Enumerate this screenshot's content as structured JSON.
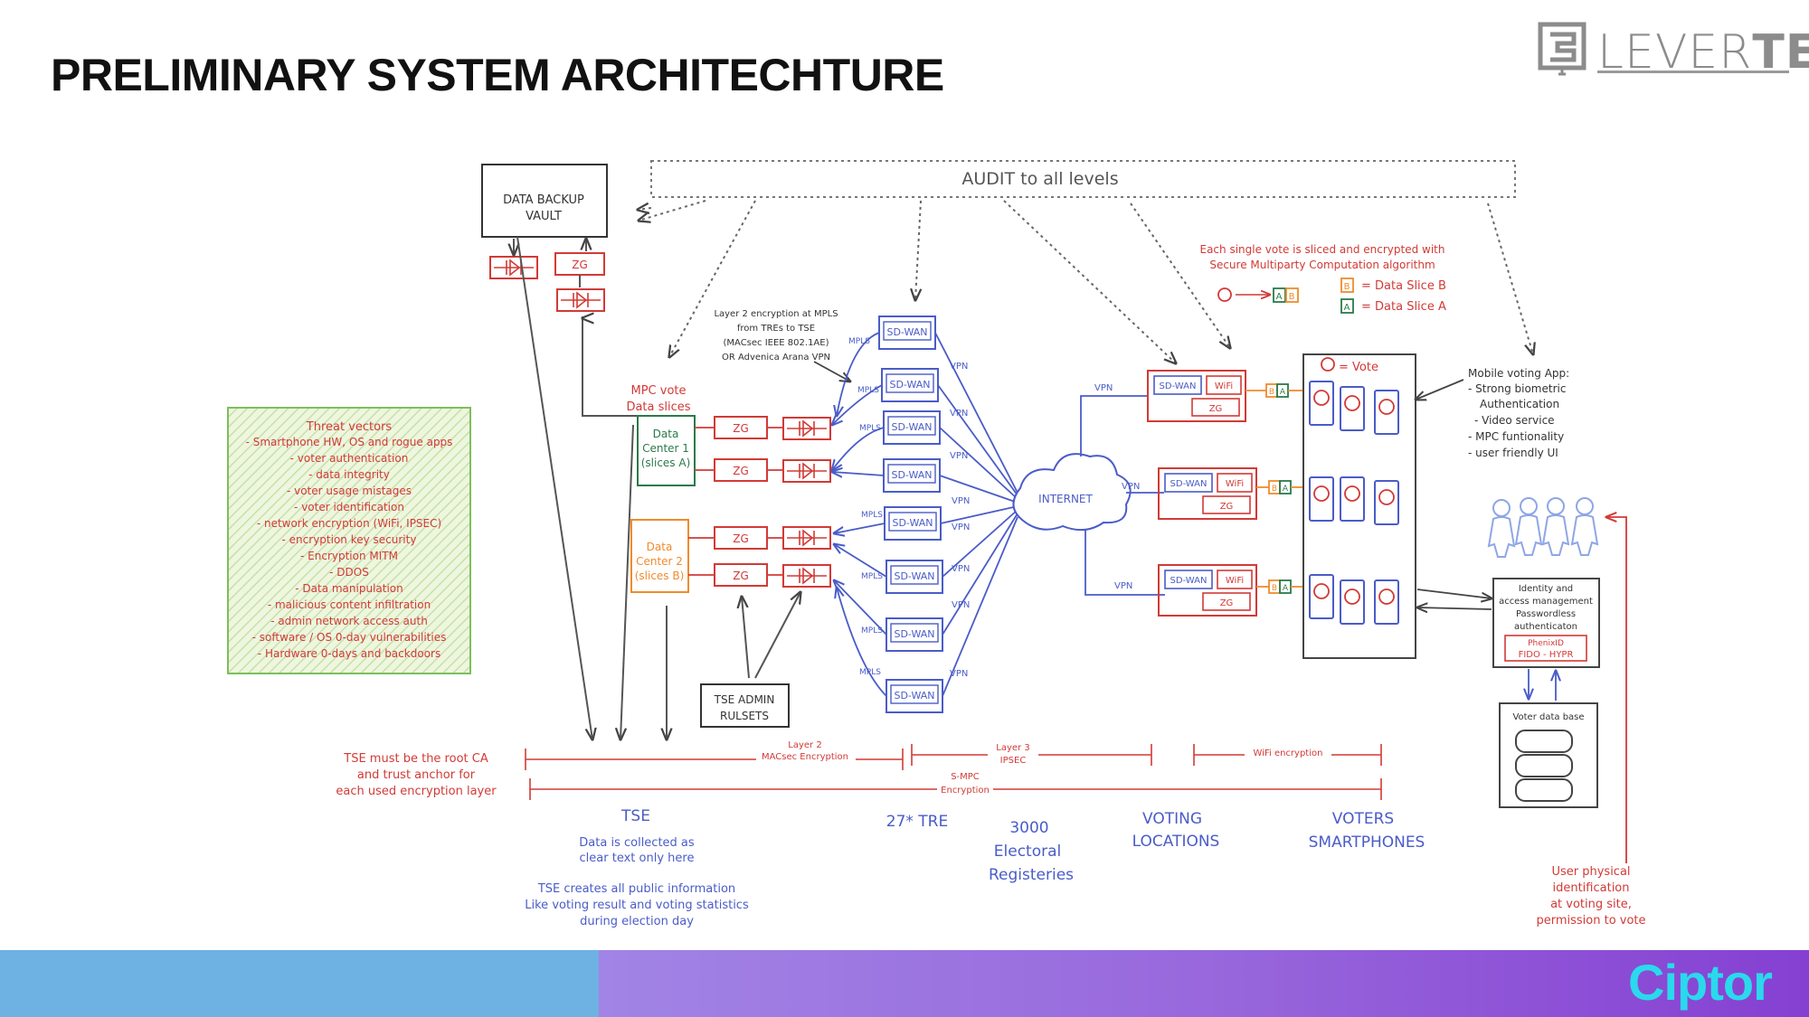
{
  "slide": {
    "title": "PRELIMINARY SYSTEM ARCHITECHTURE",
    "logo_light": "LEVER",
    "logo_bold": "TECH",
    "footer_logo": "Ciptor"
  },
  "audit": {
    "label": "AUDIT to all levels"
  },
  "backup_vault": {
    "line1": "DATA BACKUP",
    "line2": "VAULT",
    "zg": "ZG"
  },
  "zg_label": "ZG",
  "mpc_note": {
    "line1": "MPC vote",
    "line2": "Data slices"
  },
  "data_center_1": {
    "line1": "Data",
    "line2": "Center 1",
    "line3": "(slices A)"
  },
  "data_center_2": {
    "line1": "Data",
    "line2": "Center 2",
    "line3": "(slices B)"
  },
  "admin": {
    "line1": "TSE ADMIN",
    "line2": "RULSETS"
  },
  "layer2_note": {
    "line1": "Layer 2 encryption at MPLS",
    "line2": "from TREs to TSE",
    "line3": "(MACsec IEEE 802.1AE)",
    "line4": "OR Advenica Arana VPN"
  },
  "sdwan_label": "SD-WAN",
  "mpls_label": "MPLS",
  "vpn_label": "VPN",
  "wifi_label": "WiFi",
  "internet": {
    "label": "INTERNET"
  },
  "mpc_legend": {
    "line1": "Each single vote is sliced and encrypted with",
    "line2": "Secure Multiparty Computation algorithm",
    "slice_b": "= Data Slice B",
    "slice_a": "= Data Slice A",
    "letter_a": "A",
    "letter_b": "B"
  },
  "vote_legend": {
    "label": "= Vote"
  },
  "mobile_app": {
    "line1": "Mobile voting App:",
    "line2": "- Strong biometric",
    "line3": "Authentication",
    "line4": "- Video service",
    "line5": "- MPC funtionality",
    "line6": "- user friendly UI"
  },
  "threats": {
    "title": "Threat vectors",
    "items": [
      "- Smartphone HW, OS and rogue apps",
      "- voter authentication",
      "- data integrity",
      "- voter usage mistages",
      "- voter identification",
      "- network encryption (WiFi, IPSEC)",
      "- encryption key security",
      "- Encryption MITM",
      "- DDOS",
      "- Data manipulation",
      "- malicious content infiltration",
      "- admin network access auth",
      "- software / OS 0-day vulnerabilities",
      "- Hardware 0-days and backdoors"
    ]
  },
  "iam": {
    "line1": "Identity and",
    "line2": "access management",
    "line3": "Passwordless",
    "line4": "authenticaton",
    "line5": "PhenixID",
    "line6": "FIDO - HYPR"
  },
  "voter_db": {
    "label": "Voter data base"
  },
  "root_ca": {
    "line1": "TSE must be the root CA",
    "line2": "and trust anchor for",
    "line3": "each used encryption layer"
  },
  "enc_layers": {
    "l2_line1": "Layer 2",
    "l2_line2": "MACsec Encryption",
    "l3_line1": "Layer 3",
    "l3_line2": "IPSEC",
    "smpc_line1": "S-MPC",
    "smpc_line2": "Encryption",
    "wifi_enc": "WiFi encryption"
  },
  "bottom": {
    "tse": "TSE",
    "tse_line1": "Data is collected as",
    "tse_line2": "clear text only here",
    "tse_line3": "TSE creates all public information",
    "tse_line4": "Like voting result and voting statistics",
    "tse_line5": "during election day",
    "tre": "27* TRE",
    "registries_line1": "3000",
    "registries_line2": "Electoral",
    "registries_line3": "Registeries",
    "locations_line1": "VOTING",
    "locations_line2": "LOCATIONS",
    "phones_line1": "VOTERS",
    "phones_line2": "SMARTPHONES"
  },
  "physical_id": {
    "line1": "User physical",
    "line2": "identification",
    "line3": "at voting site,",
    "line4": "permission to vote"
  },
  "colors": {
    "red": "#d23a36",
    "blue": "#4a5cc8",
    "green": "#2a7a4a",
    "orange": "#ef8c2d",
    "ink": "#333333",
    "threat_fill": "#eaf3d9",
    "threat_border": "#7cbf5c",
    "footer_blue": "#6eb1e3",
    "footer_purple": "#9868dc",
    "ciptor_cyan": "#2ad9ec"
  },
  "icons": [
    "levertech-logo-icon",
    "cloud-icon",
    "encryptor-icon",
    "smartphone-icon",
    "person-icon",
    "database-icon",
    "ciptor-logo-icon"
  ]
}
